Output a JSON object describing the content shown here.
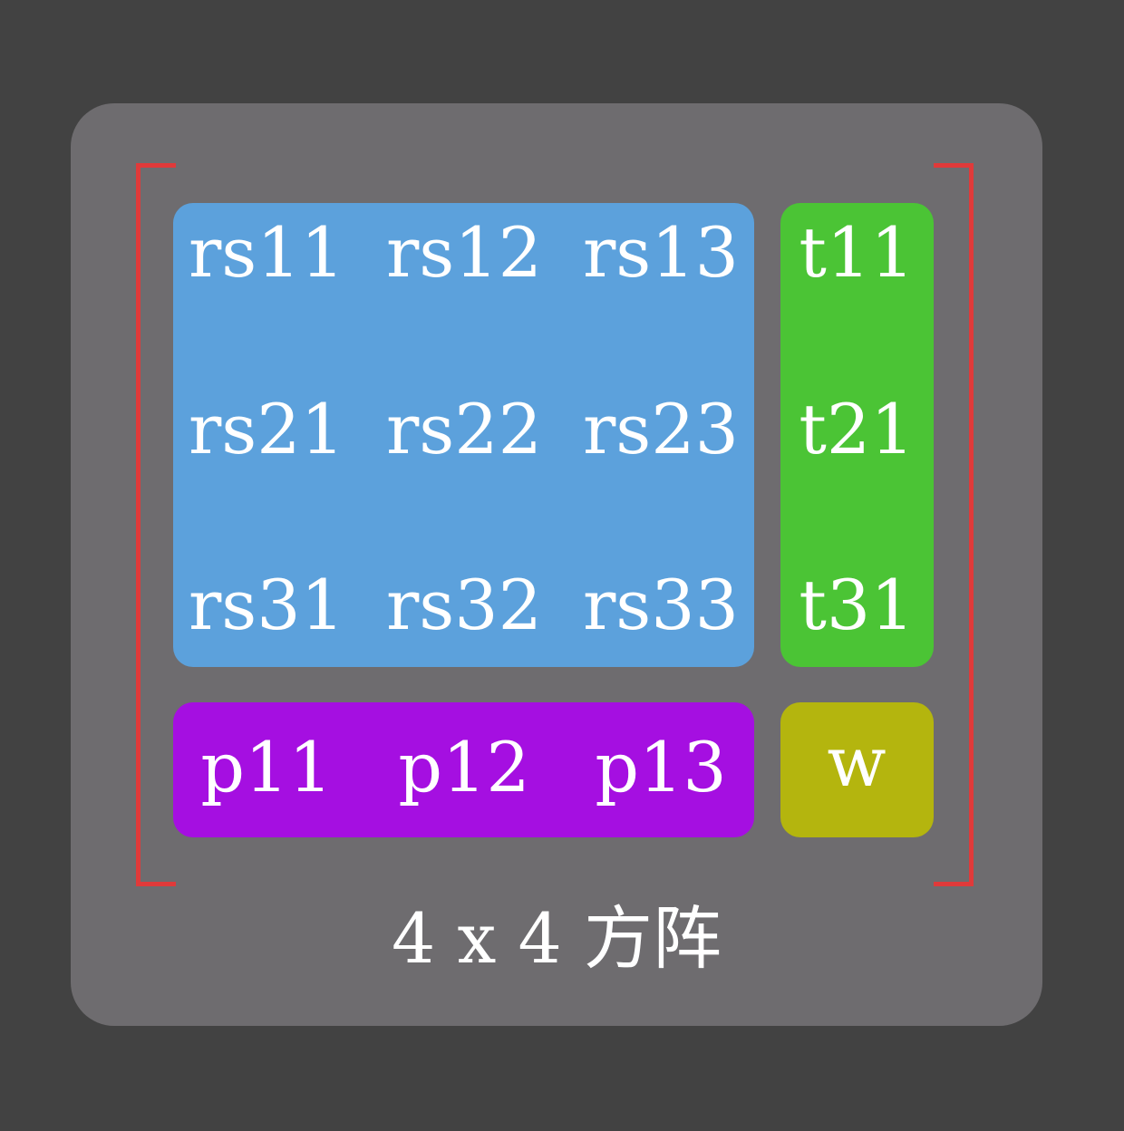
{
  "colors": {
    "background": "#424242",
    "card": "#6e6c6f",
    "bracket": "#e03a3a",
    "rotation_block": "#5ca1dc",
    "translation_block": "#4bc435",
    "projection_block": "#a50fe1",
    "w_block": "#b4b50e",
    "text": "#ffffff"
  },
  "matrix": {
    "rotation_scale": [
      [
        "rs11",
        "rs12",
        "rs13"
      ],
      [
        "rs21",
        "rs22",
        "rs23"
      ],
      [
        "rs31",
        "rs32",
        "rs33"
      ]
    ],
    "translation": [
      "t11",
      "t21",
      "t31"
    ],
    "projection": [
      "p11",
      "p12",
      "p13"
    ],
    "w": "w"
  },
  "caption": "4 x 4 方阵"
}
